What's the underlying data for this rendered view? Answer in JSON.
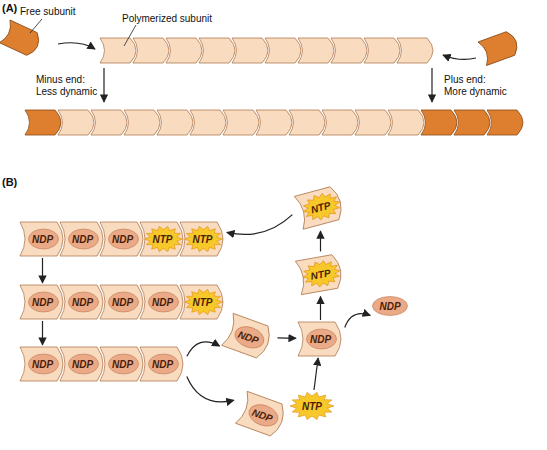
{
  "diagram": {
    "nodes": [
      {
        "text": [
          "NDP"
        ]
      },
      {
        "text": [
          "NDP"
        ]
      },
      {
        "text": [
          "NDP"
        ]
      },
      {
        "text": [
          "NTP"
        ]
      },
      {
        "text": [
          "NTP"
        ]
      },
      {
        "text": [
          "NDP"
        ]
      },
      {
        "text": [
          "NDP"
        ]
      },
      {
        "text": [
          "NDP"
        ]
      },
      {
        "text": [
          "NDP"
        ]
      },
      {
        "text": [
          "NTP"
        ]
      },
      {
        "text": [
          "NDP"
        ]
      },
      {
        "text": [
          "NDP"
        ]
      },
      {
        "text": [
          "NDP"
        ]
      },
      {
        "text": [
          "NDP"
        ]
      },
      {
        "text": [
          "NTP"
        ]
      },
      {
        "text": [
          "NTP"
        ]
      },
      {
        "text": [
          "NDP"
        ]
      },
      {
        "text": [
          "NDP"
        ]
      },
      {
        "text": [
          "NDP"
        ]
      },
      {
        "text": [
          "NDP"
        ]
      },
      {
        "text": [
          "NTP"
        ]
      }
    ],
    "edges": [
      {
        "from": 0,
        "to": 5,
        "arrow": "to"
      },
      {
        "from": 5,
        "to": 10,
        "arrow": "to"
      },
      {
        "from": 13,
        "to": 16,
        "arrow": "to"
      },
      {
        "from": 13,
        "to": 19,
        "arrow": "to"
      },
      {
        "from": 16,
        "to": 17,
        "arrow": "to"
      },
      {
        "from": 20,
        "to": 17,
        "arrow": "to"
      },
      {
        "from": 17,
        "to": 18,
        "arrow": "to"
      },
      {
        "from": 17,
        "to": 15,
        "arrow": "to"
      },
      {
        "from": 15,
        "to": 14,
        "arrow": "to"
      },
      {
        "from": 14,
        "to": 4,
        "arrow": "to"
      }
    ],
    "labels": [
      "(A)",
      "Free subunit",
      "Polymerized subunit",
      "Minus end: Less dynamic",
      "Plus end: More dynamic",
      "(B)"
    ]
  }
}
